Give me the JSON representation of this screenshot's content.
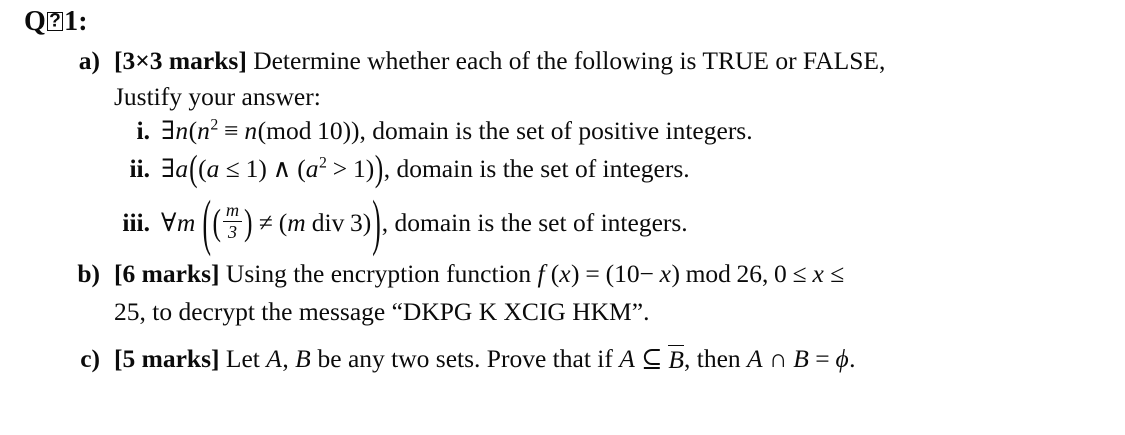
{
  "document": {
    "type": "exam-question",
    "background_color": "#ffffff",
    "text_color": "#0b0b0b"
  },
  "heading": {
    "prefix": "Q",
    "missing_glyph": "❓",
    "suffix": "1:",
    "full_text": "Q□1:"
  },
  "parts": [
    {
      "marker": "a)",
      "marks_label": "[3×3 marks]",
      "line1_text": "Determine whether each of the following is TRUE or FALSE,",
      "line2_text": "Justify your answer:",
      "subparts": [
        {
          "marker": "i.",
          "math": {
            "quantifier": "∃",
            "variable": "n",
            "expression": "n² ≡ n(mod 10)",
            "rendered": "∃n(n² ≡ n(mod 10))",
            "exponent": "2",
            "relation": "≡",
            "mod_word": "mod",
            "modulus": "10"
          },
          "tail_text": ", domain is the set of positive integers."
        },
        {
          "marker": "ii.",
          "math": {
            "quantifier": "∃",
            "variable": "a",
            "rendered": "∃a((a ≤ 1) ∧ (a² > 1))",
            "left_relation": "≤",
            "left_value": "1",
            "connective": "∧",
            "exponent": "2",
            "right_relation": ">",
            "right_value": "1"
          },
          "tail_text": ", domain is the set of integers."
        },
        {
          "marker": "iii.",
          "math": {
            "quantifier": "∀",
            "variable": "m",
            "rendered": "∀m((m/3) ≠ (m div 3))",
            "fraction_numerator": "m",
            "fraction_denominator": "3",
            "relation": "≠",
            "div_word": "div",
            "div_value": "3"
          },
          "tail_text": ", domain is the set of integers."
        }
      ]
    },
    {
      "marker": "b)",
      "marks_label": "[6 marks]",
      "line1_prefix": "Using the encryption function",
      "math": {
        "function_name": "f",
        "argument": "x",
        "rendered": "f(x) = (10− x) mod 26, 0 ≤ x ≤ 25",
        "constant": "10",
        "minus": "−",
        "mod_word": "mod",
        "modulus": "26",
        "range_low": "0",
        "range_relation": "≤",
        "range_high": "25"
      },
      "line2_prefix": "25, to decrypt the message",
      "cipher_message": "DKPG K XCIG HKM",
      "quote_open": "“",
      "quote_close": "”",
      "line2_suffix": "."
    },
    {
      "marker": "c)",
      "marks_label": "[5 marks]",
      "text_1": "Let",
      "set_a": "A",
      "comma": ",",
      "set_b": "B",
      "text_2": "be any two sets. Prove that if",
      "subset_relation": "⊆",
      "complement_set": "B",
      "text_3": ", then",
      "intersection": "∩",
      "equals": "=",
      "empty_set": "ϕ",
      "period": ".",
      "rendered": "Let A, B be any two sets. Prove that if A ⊆ B̅, then A ∩ B = ϕ."
    }
  ]
}
